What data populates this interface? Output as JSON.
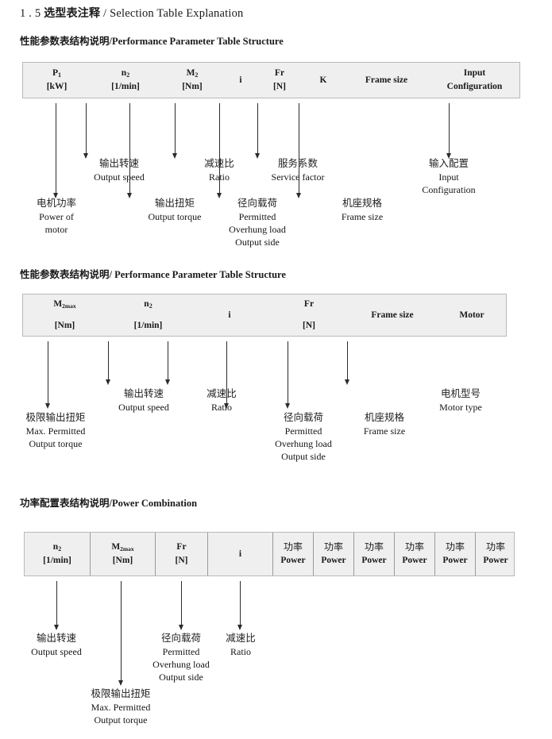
{
  "document": {
    "title_number": "1 . 5",
    "title_cn": "选型表注释",
    "title_sep": "/",
    "title_en": "Selection Table Explanation"
  },
  "sections": [
    {
      "heading_cn": "性能参数表结构说明",
      "heading_sep": "/",
      "heading_en": "Performance Parameter Table Structure",
      "table": {
        "columns": [
          {
            "line1": "P",
            "sub1": "1",
            "line2": "[kW]"
          },
          {
            "line1": "n",
            "sub1": "2",
            "line2": "[1/min]"
          },
          {
            "line1": "M",
            "sub1": "2",
            "line2": "[Nm]"
          },
          {
            "line1": "i",
            "sub1": "",
            "line2": ""
          },
          {
            "line1": "Fr",
            "sub1": "",
            "line2": "[N]"
          },
          {
            "line1": "K",
            "sub1": "",
            "line2": ""
          },
          {
            "line1": "Frame size",
            "sub1": "",
            "line2": ""
          },
          {
            "line1": "Input",
            "sub1": "",
            "line2": "Configuration"
          }
        ]
      },
      "notes": [
        {
          "cn": "电机功率",
          "en1": "Power of",
          "en2": "motor",
          "en3": "",
          "en4": ""
        },
        {
          "cn": "输出转速",
          "en1": "Output speed",
          "en2": "",
          "en3": "",
          "en4": ""
        },
        {
          "cn": "输出扭矩",
          "en1": "Output torque",
          "en2": "",
          "en3": "",
          "en4": ""
        },
        {
          "cn": "减速比",
          "en1": "Ratio",
          "en2": "",
          "en3": "",
          "en4": ""
        },
        {
          "cn": "径向载荷",
          "en1": "Permitted",
          "en2": "Overhung load",
          "en3": "Output side",
          "en4": ""
        },
        {
          "cn": "服务系数",
          "en1": "Service factor",
          "en2": "",
          "en3": "",
          "en4": ""
        },
        {
          "cn": "机座规格",
          "en1": "Frame size",
          "en2": "",
          "en3": "",
          "en4": ""
        },
        {
          "cn": "输入配置",
          "en1": "Input",
          "en2": "Configuration",
          "en3": "",
          "en4": ""
        }
      ]
    },
    {
      "heading_cn": "性能参数表结构说明",
      "heading_sep": "/",
      "heading_en": "Performance Parameter Table Structure",
      "table": {
        "columns": [
          {
            "line1": "M",
            "sub1": "2max",
            "line2": "[Nm]"
          },
          {
            "line1": "n",
            "sub1": "2",
            "line2": "[1/min]"
          },
          {
            "line1": "i",
            "sub1": "",
            "line2": ""
          },
          {
            "line1": "Fr",
            "sub1": "",
            "line2": "[N]"
          },
          {
            "line1": "Frame size",
            "sub1": "",
            "line2": ""
          },
          {
            "line1": "Motor",
            "sub1": "",
            "line2": ""
          }
        ]
      },
      "notes": [
        {
          "cn": "极限输出扭矩",
          "en1": "Max. Permitted",
          "en2": "Output  torque",
          "en3": "",
          "en4": ""
        },
        {
          "cn": "输出转速",
          "en1": "Output speed",
          "en2": "",
          "en3": "",
          "en4": ""
        },
        {
          "cn": "减速比",
          "en1": "Ratio",
          "en2": "",
          "en3": "",
          "en4": ""
        },
        {
          "cn": "径向载荷",
          "en1": "Permitted",
          "en2": "Overhung load",
          "en3": "Output side",
          "en4": ""
        },
        {
          "cn": "机座规格",
          "en1": "Frame size",
          "en2": "",
          "en3": "",
          "en4": ""
        },
        {
          "cn": "电机型号",
          "en1": "Motor type",
          "en2": "",
          "en3": "",
          "en4": ""
        }
      ]
    },
    {
      "heading_cn": "功率配置表结构说明",
      "heading_sep": "/",
      "heading_en": "Power Combination",
      "table": {
        "columns": [
          {
            "line1": "n",
            "sub1": "2",
            "line2": "[1/min]"
          },
          {
            "line1": "M",
            "sub1": "2max",
            "line2": "[Nm]"
          },
          {
            "line1": "Fr",
            "sub1": "",
            "line2": "[N]"
          },
          {
            "line1": "i",
            "sub1": "",
            "line2": ""
          },
          {
            "line1_cn": "功率",
            "sub1": "",
            "line2": "Power"
          },
          {
            "line1_cn": "功率",
            "sub1": "",
            "line2": "Power"
          },
          {
            "line1_cn": "功率",
            "sub1": "",
            "line2": "Power"
          },
          {
            "line1_cn": "功率",
            "sub1": "",
            "line2": "Power"
          },
          {
            "line1_cn": "功率",
            "sub1": "",
            "line2": "Power"
          },
          {
            "line1_cn": "功率",
            "sub1": "",
            "line2": "Power"
          }
        ]
      },
      "notes": [
        {
          "cn": "输出转速",
          "en1": "Output speed",
          "en2": "",
          "en3": "",
          "en4": ""
        },
        {
          "cn": "极限输出扭矩",
          "en1": "Max. Permitted",
          "en2": "Output  torque",
          "en3": "",
          "en4": ""
        },
        {
          "cn": "径向载荷",
          "en1": "Permitted",
          "en2": "Overhung load",
          "en3": "Output side",
          "en4": ""
        },
        {
          "cn": "减速比",
          "en1": "Ratio",
          "en2": "",
          "en3": "",
          "en4": ""
        }
      ]
    }
  ],
  "colors": {
    "table_fill": "#efefef",
    "table_border": "#b9b9b9",
    "arrow": "#2b2b2b",
    "text": "#1a1a1a"
  }
}
